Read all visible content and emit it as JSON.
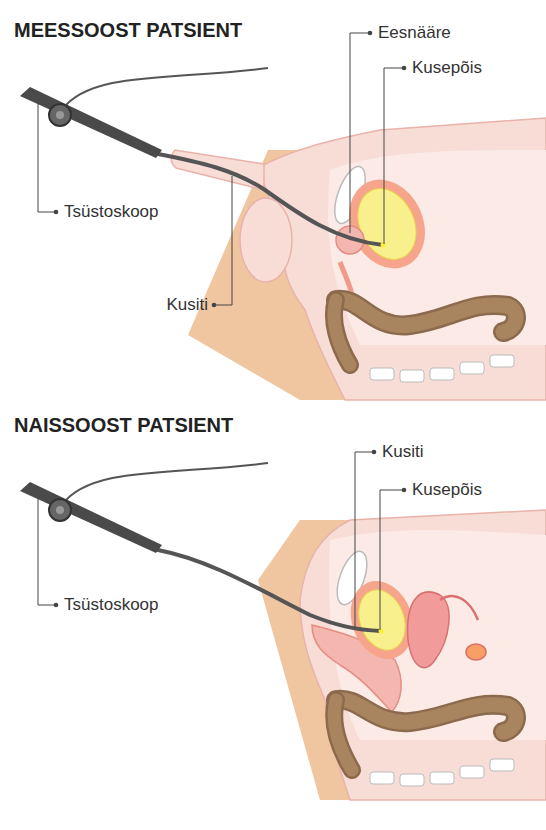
{
  "diagram": {
    "labels": [
      "MEESSOOST PATSIENT",
      "Eesnääre",
      "Kusepõis",
      "Tsüstoskoop",
      "Kusiti",
      "NAISSOOST PATSIENT",
      "Kusiti",
      "Kusepõis",
      "Tsüstoskoop"
    ]
  }
}
